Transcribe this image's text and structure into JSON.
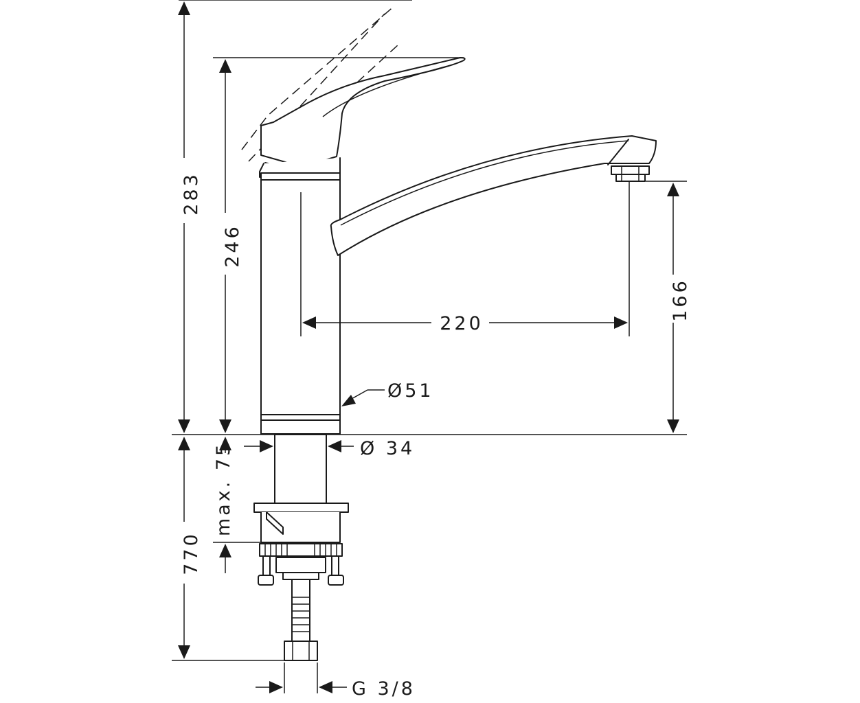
{
  "dimensions": {
    "overall_height": "283",
    "body_height": "246",
    "spout_height": "166",
    "spout_reach": "220",
    "body_diameter": "Ø51",
    "shank_diameter": "Ø 34",
    "max_deck": "max. 75",
    "hose_length": "770",
    "connection": "G 3/8"
  }
}
